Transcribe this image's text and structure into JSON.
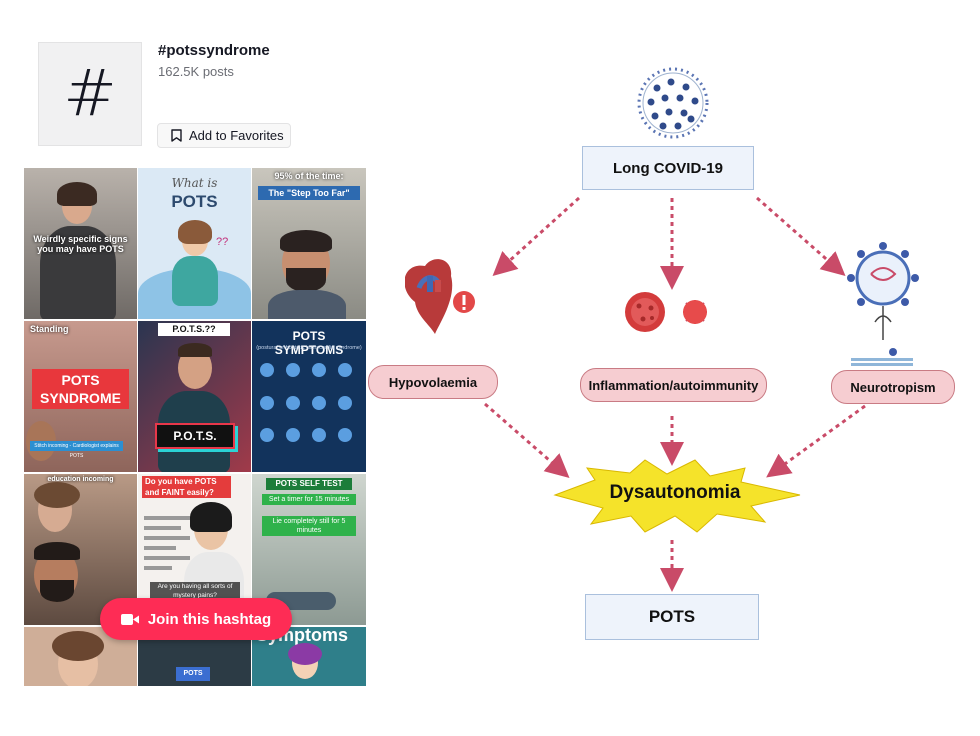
{
  "hashtag": {
    "symbol": "#",
    "title": "#potssyndrome",
    "posts": "162.5K posts",
    "favorites_label": "Add to Favorites",
    "join_label": "Join this hashtag"
  },
  "tiles": [
    {
      "caption": "Weirdly specific signs you may have POTS"
    },
    {
      "caption": "What is",
      "title": "POTS"
    },
    {
      "caption": "95% of the time:",
      "sub": "The \"Step Too Far\""
    },
    {
      "caption": "Standing",
      "title": "POTS SYNDROME",
      "sub": "Stitch incoming - Cardiologist explains POTS"
    },
    {
      "caption": "P.O.T.S.??",
      "title": "P.O.T.S."
    },
    {
      "title": "POTS SYMPTOMS",
      "sub": "(postural orthostatic tachycardia syndrome)"
    },
    {
      "caption": "education incoming"
    },
    {
      "caption": "Do you have POTS and FAINT easily?",
      "sub": "Are you having all sorts of mystery pains?"
    },
    {
      "title": "POTS SELF TEST",
      "sub": "Set a timer for 15 minutes",
      "sub2": "Lie completely still for 5 minutes"
    },
    {
      "caption": ""
    },
    {
      "caption": "POTS"
    },
    {
      "title": "Symptoms"
    }
  ],
  "diagram": {
    "source": "Long COVID-19",
    "mechanisms": [
      "Hypovolaemia",
      "Inflammation/autoimmunity",
      "Neurotropism"
    ],
    "convergence": "Dysautonomia",
    "outcome": "POTS",
    "colors": {
      "arrow": "#c94b68",
      "box_fill": "#eef3fb",
      "pill_fill": "#f6cdd1",
      "burst_fill": "#f5e32a",
      "accent": "#fe2c55"
    }
  }
}
